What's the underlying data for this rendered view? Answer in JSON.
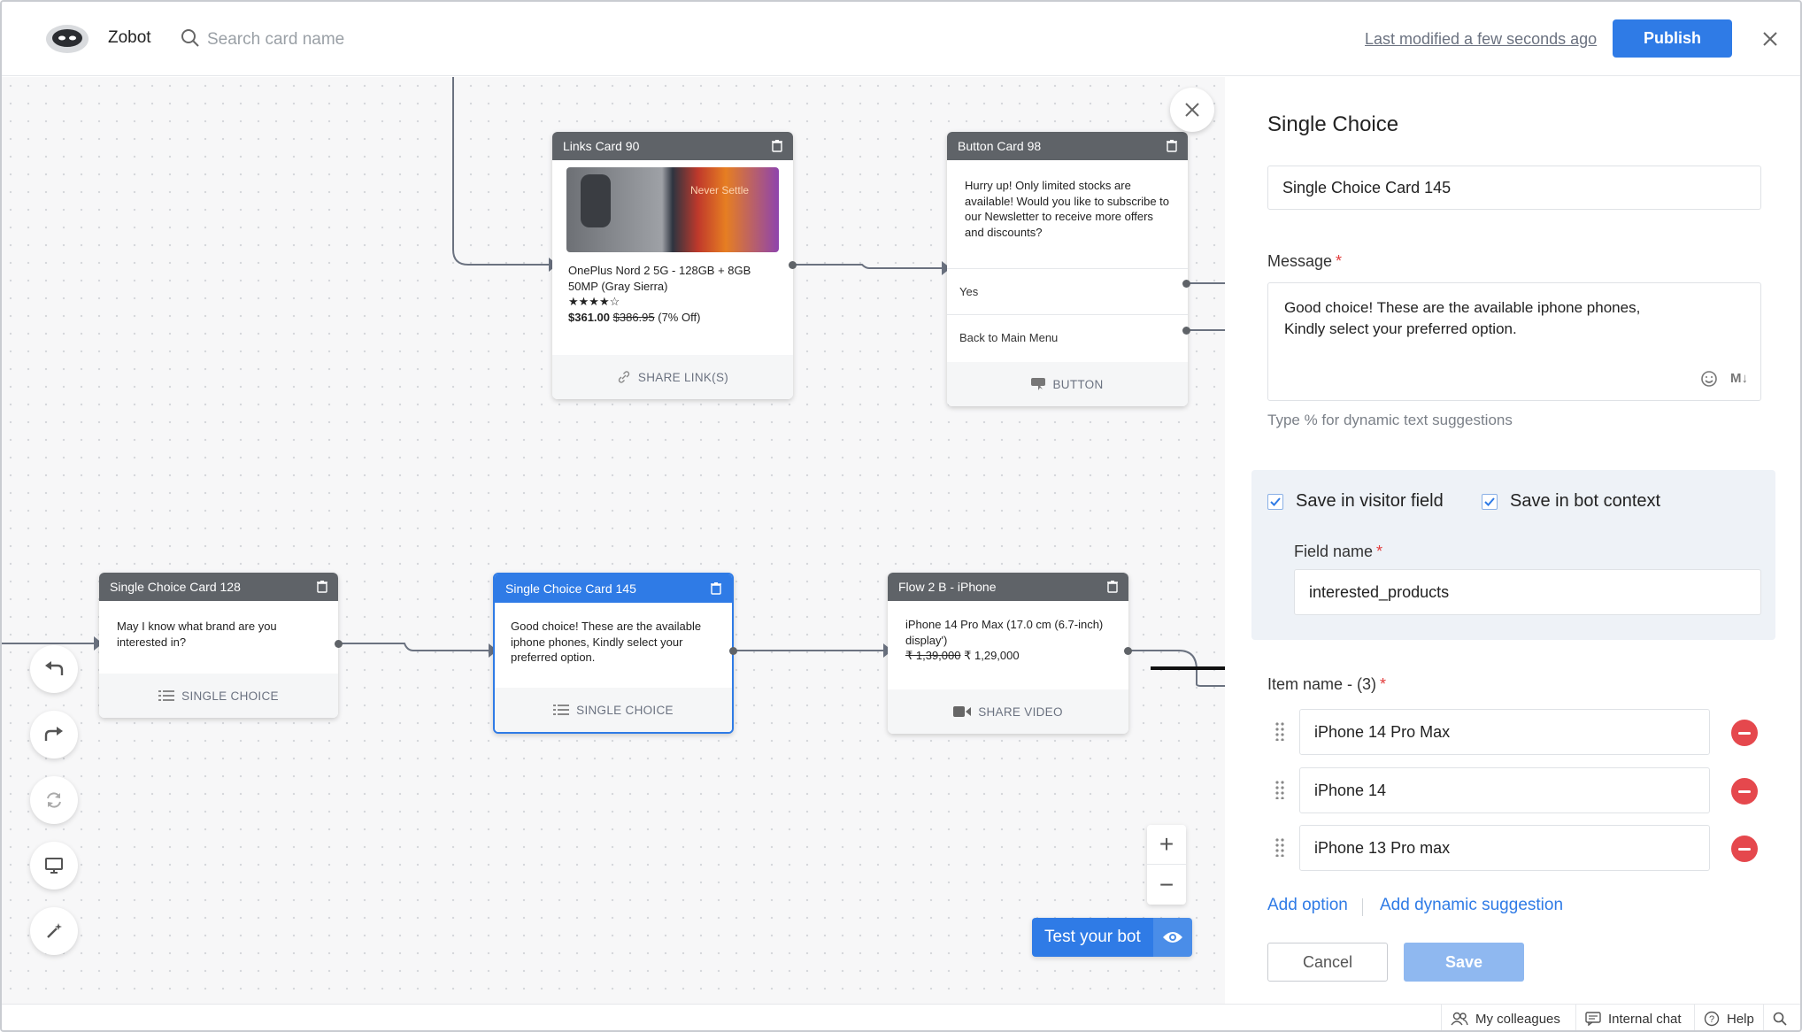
{
  "header": {
    "app_name": "Zobot",
    "search_placeholder": "Search card name",
    "last_modified": "Last modified a few seconds ago",
    "publish_label": "Publish"
  },
  "canvas": {
    "cards": {
      "links_card": {
        "title": "Links Card 90",
        "image_text": "Never Settle",
        "product": "OnePlus Nord 2 5G - 128GB + 8GB 50MP (Gray Sierra)",
        "rating_stars": "★★★★☆",
        "price": "$361.00",
        "old_price": "$386.95",
        "discount": "(7% Off)",
        "footer": "SHARE LINK(S)"
      },
      "button_card": {
        "title": "Button Card 98",
        "message": "Hurry up! Only limited stocks are available! Would you like to subscribe to our Newsletter to receive more offers and discounts?",
        "options": [
          "Yes",
          "Back to Main Menu"
        ],
        "footer": "BUTTON"
      },
      "single_choice_128": {
        "title": "Single Choice Card 128",
        "message": "May I know what brand are you interested in?",
        "footer": "SINGLE CHOICE"
      },
      "single_choice_145": {
        "title": "Single Choice Card 145",
        "message": "Good choice! These are the available iphone phones, Kindly select your preferred option.",
        "footer": "SINGLE CHOICE"
      },
      "flow_card": {
        "title": "Flow 2 B - iPhone",
        "message": "iPhone 14 Pro Max (17.0 cm (6.7-inch) display')",
        "old_price": "₹ 1,39,000",
        "price": "₹ 1,29,000",
        "footer": "SHARE VIDEO"
      }
    },
    "test_bot_label": "Test your bot"
  },
  "panel": {
    "title": "Single Choice",
    "card_name": "Single Choice Card 145",
    "message_label": "Message",
    "message_value": "Good choice! These are the available iphone phones, Kindly select your preferred option.",
    "markdown_label": "M↓",
    "hint": "Type % for dynamic text suggestions",
    "save_visitor_label": "Save in visitor field",
    "save_bot_label": "Save in bot context",
    "field_name_label": "Field name",
    "field_name_value": "interested_products",
    "item_name_label": "Item name - (3)",
    "items": [
      "iPhone  14 Pro Max",
      "iPhone 14",
      "iPhone 13 Pro max"
    ],
    "add_option": "Add option",
    "add_dynamic": "Add dynamic suggestion",
    "cancel_label": "Cancel",
    "save_label": "Save"
  },
  "statusbar": {
    "colleagues": "My colleagues",
    "internal_chat": "Internal chat",
    "help": "Help"
  },
  "colors": {
    "accent": "#2f7be6",
    "card_header": "#5f6368",
    "danger": "#e5484d"
  }
}
